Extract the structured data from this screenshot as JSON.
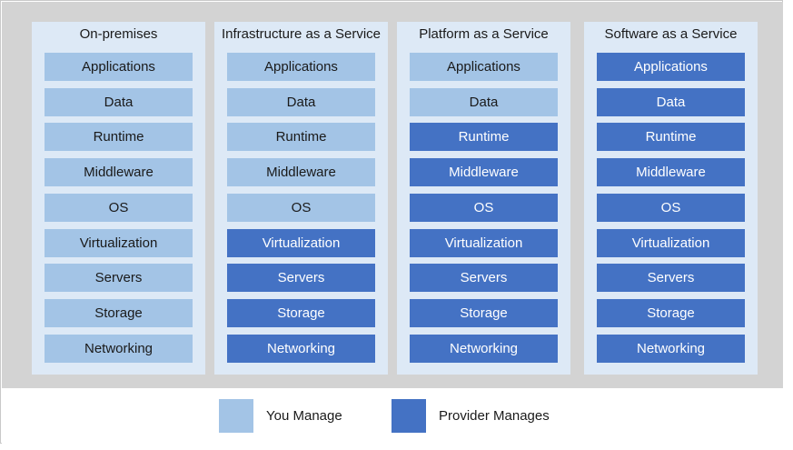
{
  "colors": {
    "you_manage": "#a3c4e6",
    "provider_manages": "#4472c4",
    "column_background": "#dde9f6",
    "canvas_background": "#d3d3d3"
  },
  "columns": [
    {
      "title": "On-premises",
      "layers": [
        {
          "label": "Applications",
          "managed_by": "you"
        },
        {
          "label": "Data",
          "managed_by": "you"
        },
        {
          "label": "Runtime",
          "managed_by": "you"
        },
        {
          "label": "Middleware",
          "managed_by": "you"
        },
        {
          "label": "OS",
          "managed_by": "you"
        },
        {
          "label": "Virtualization",
          "managed_by": "you"
        },
        {
          "label": "Servers",
          "managed_by": "you"
        },
        {
          "label": "Storage",
          "managed_by": "you"
        },
        {
          "label": "Networking",
          "managed_by": "you"
        }
      ]
    },
    {
      "title": "Infrastructure as a Service",
      "layers": [
        {
          "label": "Applications",
          "managed_by": "you"
        },
        {
          "label": "Data",
          "managed_by": "you"
        },
        {
          "label": "Runtime",
          "managed_by": "you"
        },
        {
          "label": "Middleware",
          "managed_by": "you"
        },
        {
          "label": "OS",
          "managed_by": "you"
        },
        {
          "label": "Virtualization",
          "managed_by": "provider"
        },
        {
          "label": "Servers",
          "managed_by": "provider"
        },
        {
          "label": "Storage",
          "managed_by": "provider"
        },
        {
          "label": "Networking",
          "managed_by": "provider"
        }
      ]
    },
    {
      "title": "Platform as a Service",
      "layers": [
        {
          "label": "Applications",
          "managed_by": "you"
        },
        {
          "label": "Data",
          "managed_by": "you"
        },
        {
          "label": "Runtime",
          "managed_by": "provider"
        },
        {
          "label": "Middleware",
          "managed_by": "provider"
        },
        {
          "label": "OS",
          "managed_by": "provider"
        },
        {
          "label": "Virtualization",
          "managed_by": "provider"
        },
        {
          "label": "Servers",
          "managed_by": "provider"
        },
        {
          "label": "Storage",
          "managed_by": "provider"
        },
        {
          "label": "Networking",
          "managed_by": "provider"
        }
      ]
    },
    {
      "title": "Software as a Service",
      "layers": [
        {
          "label": "Applications",
          "managed_by": "provider"
        },
        {
          "label": "Data",
          "managed_by": "provider"
        },
        {
          "label": "Runtime",
          "managed_by": "provider"
        },
        {
          "label": "Middleware",
          "managed_by": "provider"
        },
        {
          "label": "OS",
          "managed_by": "provider"
        },
        {
          "label": "Virtualization",
          "managed_by": "provider"
        },
        {
          "label": "Servers",
          "managed_by": "provider"
        },
        {
          "label": "Storage",
          "managed_by": "provider"
        },
        {
          "label": "Networking",
          "managed_by": "provider"
        }
      ]
    }
  ],
  "legend": {
    "you_label": "You Manage",
    "provider_label": "Provider Manages"
  }
}
